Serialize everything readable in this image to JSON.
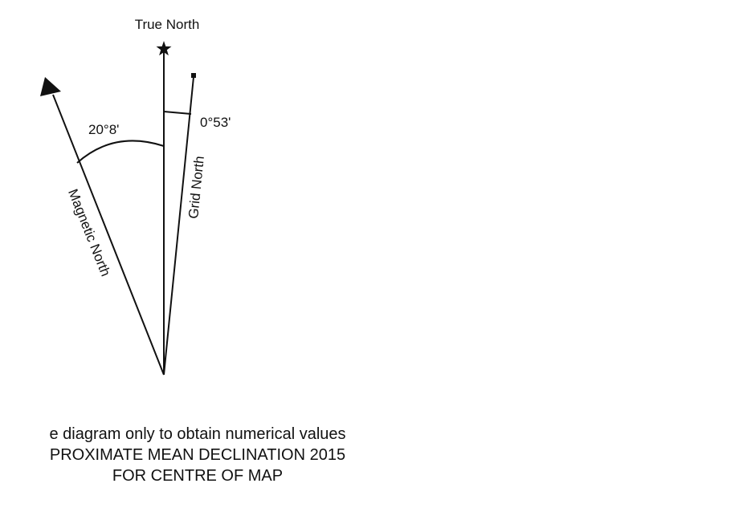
{
  "diagram": {
    "true_north_label": "True North",
    "magnetic_north_label": "Magnetic North",
    "grid_north_label": "Grid North",
    "magnetic_angle_label": "20°8ʹ",
    "grid_angle_label": "0°53ʹ"
  },
  "caption": {
    "line1": "e diagram only to obtain numerical values",
    "line2": "PROXIMATE MEAN DECLINATION 2015",
    "line3": "FOR CENTRE OF MAP"
  },
  "colors": {
    "ink": "#111111",
    "background": "#ffffff"
  },
  "icons": {
    "true_north_marker": "star-icon",
    "grid_north_marker": "square-icon",
    "magnetic_north_marker": "arrowhead-icon"
  }
}
